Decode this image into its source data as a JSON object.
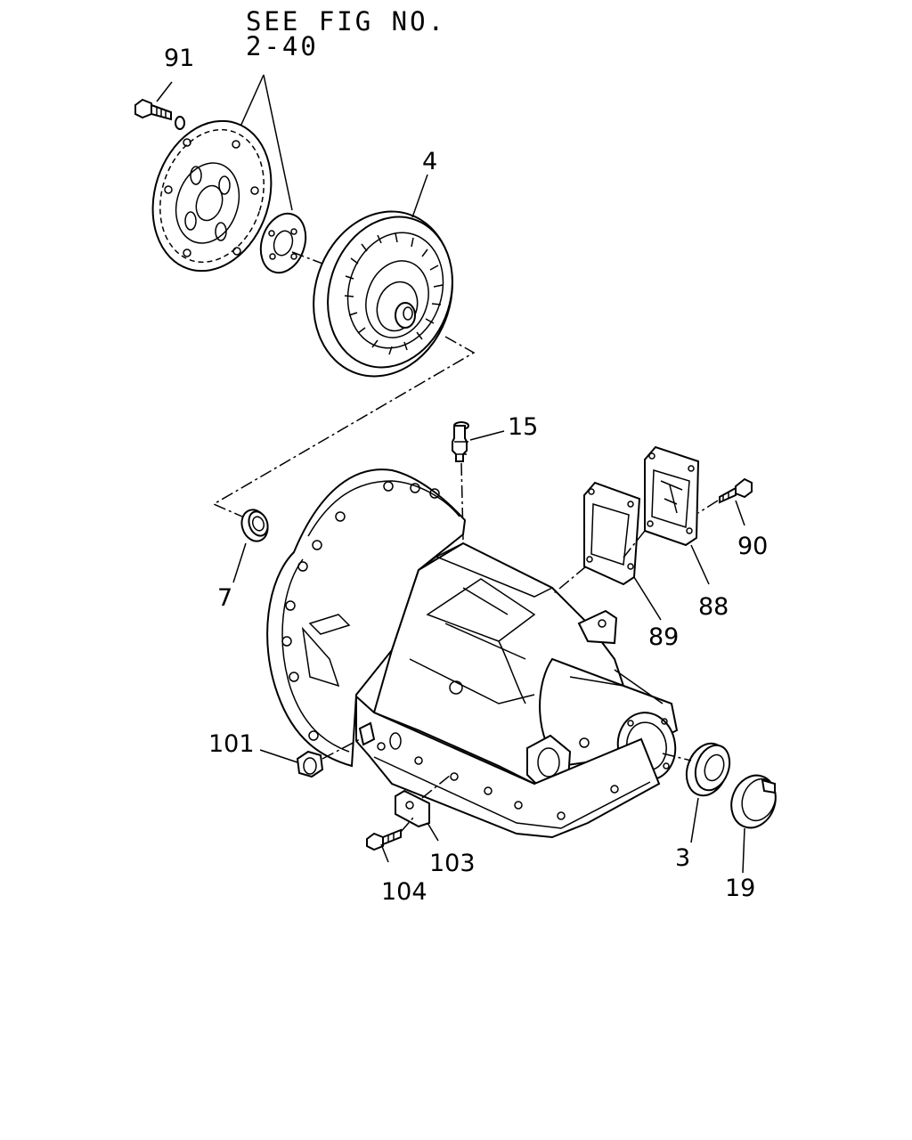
{
  "reference_note": {
    "line1": "SEE FIG NO.",
    "line2": "2-40"
  },
  "callouts": {
    "c91": "91",
    "c4": "4",
    "c15": "15",
    "c90": "90",
    "c88": "88",
    "c89": "89",
    "c7": "7",
    "c101": "101",
    "c103": "103",
    "c104": "104",
    "c3": "3",
    "c19": "19"
  },
  "colors": {
    "line": "#000000",
    "background": "#ffffff"
  }
}
